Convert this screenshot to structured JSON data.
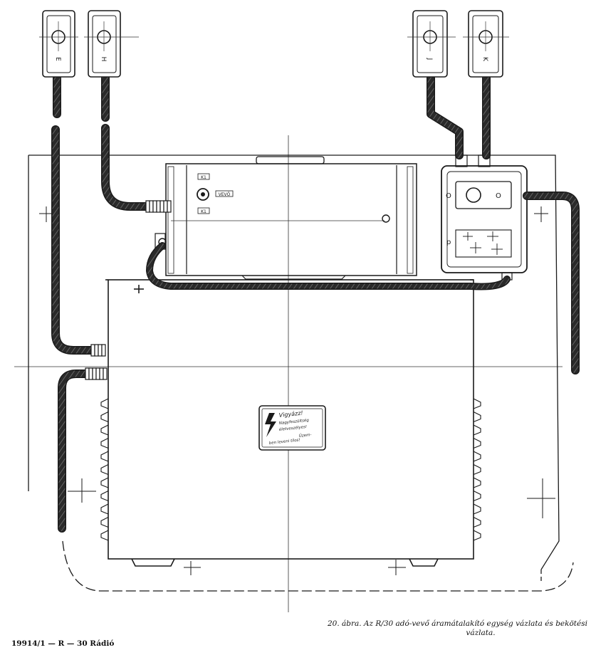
{
  "terminals": {
    "E": "E",
    "H": "H",
    "J": "J",
    "K": "K"
  },
  "junction_box": {
    "left_mark": "O",
    "right_mark": "O",
    "p_mark": "p"
  },
  "control_panel": {
    "label_top": "K1",
    "label_mid": "VEVŐ",
    "label_bot": "K1"
  },
  "warning_plate": {
    "line1": "Vigyázz!",
    "line2": "Nagyfeszültség",
    "line3": "életveszélyes!",
    "line4": "Üzem-",
    "line5": "ben leveni tilos!"
  },
  "caption": {
    "line1": "20. ábra. Az R/30 adó-vevő áramátalakító egység vázlata és bekötési",
    "line2": "vázlata."
  },
  "footer": "19914/1 — R — 30 Rádió",
  "colors": {
    "ink": "#1a1a1a",
    "paper": "#ffffff"
  }
}
